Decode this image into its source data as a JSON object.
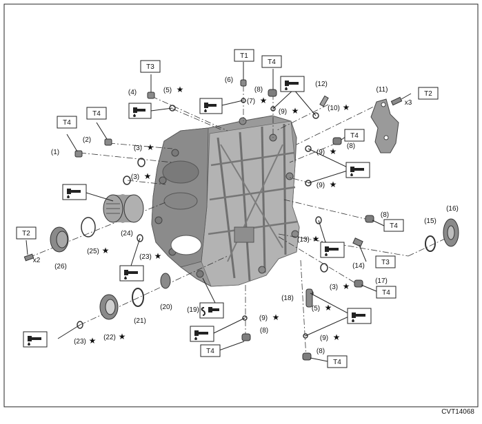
{
  "figure_code": "CVT14068",
  "star_glyph": "★",
  "part_labels": [
    {
      "id": "p1",
      "text": "(1)",
      "star": false
    },
    {
      "id": "p2",
      "text": "(2)",
      "star": false
    },
    {
      "id": "p3a",
      "text": "(3)",
      "star": true
    },
    {
      "id": "p3b",
      "text": "(3)",
      "star": true
    },
    {
      "id": "p3c",
      "text": "(3)",
      "star": true
    },
    {
      "id": "p4",
      "text": "(4)",
      "star": false
    },
    {
      "id": "p5a",
      "text": "(5)",
      "star": true
    },
    {
      "id": "p5b",
      "text": "(5)",
      "star": true
    },
    {
      "id": "p6",
      "text": "(6)",
      "star": false
    },
    {
      "id": "p7",
      "text": "(7)",
      "star": true
    },
    {
      "id": "p8a",
      "text": "(8)",
      "star": false
    },
    {
      "id": "p8b",
      "text": "(8)",
      "star": false
    },
    {
      "id": "p8c",
      "text": "(8)",
      "star": false
    },
    {
      "id": "p8d",
      "text": "(8)",
      "star": false
    },
    {
      "id": "p8e",
      "text": "(8)",
      "star": false
    },
    {
      "id": "p9a",
      "text": "(9)",
      "star": true
    },
    {
      "id": "p9b",
      "text": "(9)",
      "star": true
    },
    {
      "id": "p9c",
      "text": "(9)",
      "star": true
    },
    {
      "id": "p9d",
      "text": "(9)",
      "star": true
    },
    {
      "id": "p9e",
      "text": "(9)",
      "star": true
    },
    {
      "id": "p10",
      "text": "(10)",
      "star": true
    },
    {
      "id": "p11",
      "text": "(11)",
      "star": false
    },
    {
      "id": "p12",
      "text": "(12)",
      "star": false
    },
    {
      "id": "p13",
      "text": "(13)",
      "star": true
    },
    {
      "id": "p14",
      "text": "(14)",
      "star": false
    },
    {
      "id": "p15",
      "text": "(15)",
      "star": false
    },
    {
      "id": "p16",
      "text": "(16)",
      "star": false
    },
    {
      "id": "p17",
      "text": "(17)",
      "star": false
    },
    {
      "id": "p18",
      "text": "(18)",
      "star": false
    },
    {
      "id": "p19",
      "text": "(19)",
      "star": false
    },
    {
      "id": "p20",
      "text": "(20)",
      "star": false
    },
    {
      "id": "p21",
      "text": "(21)",
      "star": false
    },
    {
      "id": "p22",
      "text": "(22)",
      "star": true
    },
    {
      "id": "p23a",
      "text": "(23)",
      "star": true
    },
    {
      "id": "p23b",
      "text": "(23)",
      "star": true
    },
    {
      "id": "p24",
      "text": "(24)",
      "star": false
    },
    {
      "id": "p25",
      "text": "(25)",
      "star": true
    },
    {
      "id": "p26",
      "text": "(26)",
      "star": false
    }
  ],
  "torque_boxes": [
    {
      "id": "t4a",
      "text": "T4"
    },
    {
      "id": "t4b",
      "text": "T4"
    },
    {
      "id": "t3a",
      "text": "T3"
    },
    {
      "id": "t1",
      "text": "T1"
    },
    {
      "id": "t4c",
      "text": "T4"
    },
    {
      "id": "t2a",
      "text": "T2"
    },
    {
      "id": "t4d",
      "text": "T4"
    },
    {
      "id": "t4e",
      "text": "T4"
    },
    {
      "id": "t3b",
      "text": "T3"
    },
    {
      "id": "t4f",
      "text": "T4"
    },
    {
      "id": "t4g",
      "text": "T4"
    },
    {
      "id": "t4h",
      "text": "T4"
    },
    {
      "id": "t2b",
      "text": "T2"
    }
  ],
  "quantity_labels": [
    {
      "id": "q1",
      "text": "x3"
    },
    {
      "id": "q2",
      "text": "x2"
    }
  ]
}
